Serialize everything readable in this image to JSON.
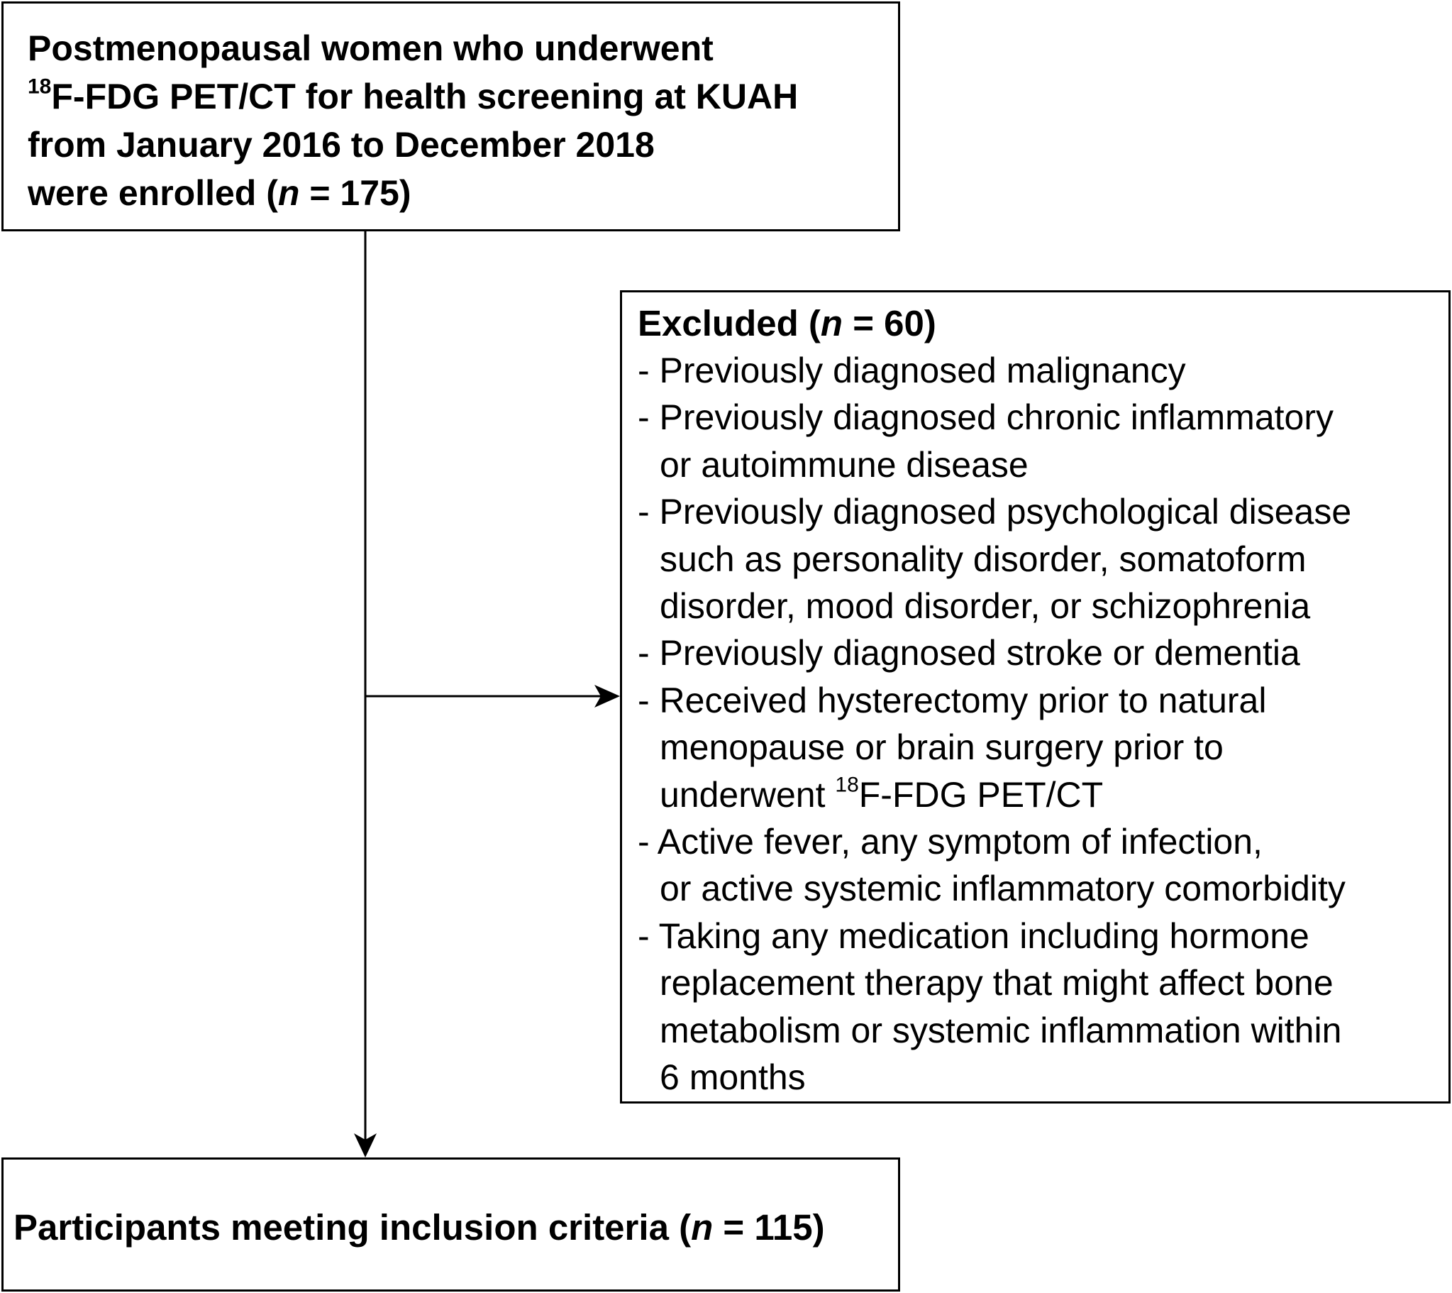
{
  "enrolled": {
    "line1": "Postmenopausal women who underwent",
    "line2_sup": "18",
    "line2": "F-FDG PET/CT for health screening at KUAH",
    "line3": "from January 2016 to December 2018",
    "line4_pre": "were enrolled (",
    "n_symbol": "n",
    "line4_post": " = 175)"
  },
  "excluded": {
    "heading_pre": "Excluded (",
    "n_symbol": "n",
    "heading_post": " = 60)",
    "criteria": [
      {
        "lines": [
          "- Previously diagnosed malignancy"
        ]
      },
      {
        "lines": [
          "- Previously diagnosed chronic inflammatory",
          "or autoimmune disease"
        ]
      },
      {
        "lines": [
          "- Previously diagnosed psychological disease",
          "such as personality disorder, somatoform",
          "disorder, mood disorder, or schizophrenia"
        ]
      },
      {
        "lines": [
          "- Previously diagnosed stroke or dementia"
        ]
      },
      {
        "lines": [
          "- Received hysterectomy prior to natural",
          "menopause or brain surgery prior to"
        ],
        "last_pre": "underwent ",
        "last_sup": "18",
        "last_post": "F-FDG PET/CT"
      },
      {
        "lines": [
          "- Active fever, any symptom of infection,",
          "or active systemic inflammatory comorbidity"
        ]
      },
      {
        "lines": [
          "- Taking any medication including hormone",
          "replacement therapy that might affect bone",
          "metabolism or systemic inflammation within",
          "6 months"
        ]
      }
    ]
  },
  "included": {
    "text_pre": "Participants meeting inclusion criteria (",
    "n_symbol": "n",
    "text_post": " = 115)"
  }
}
